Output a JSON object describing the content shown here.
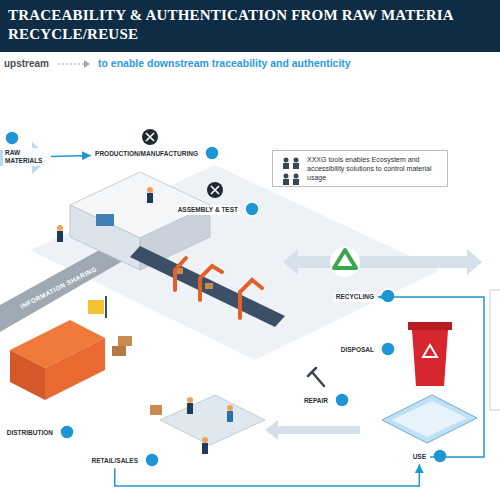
{
  "diagram": {
    "title": "TRACEABILITY & AUTHENTICATION FROM RAW MATERIA RECYCLE/REUSE",
    "nodes": [
      {
        "text": [
          "RAW MATERIALS"
        ]
      },
      {
        "text": [
          "PRODUCTION/MANUFACTURING"
        ]
      },
      {
        "text": [
          "ASSEMBLY & TEST"
        ]
      },
      {
        "text": [
          "XXXG tools enables Ecosystem and accessibility solutions to control material usage"
        ]
      },
      {
        "text": [
          "RECYCLING"
        ]
      },
      {
        "text": [
          "DISPOSAL"
        ]
      },
      {
        "text": [
          "REPAIR"
        ]
      },
      {
        "text": [
          "DISTRIBUTION"
        ]
      },
      {
        "text": [
          "RETAIL/SALES"
        ]
      },
      {
        "text": [
          "USE"
        ]
      }
    ],
    "edges": [
      {
        "from": 0,
        "to": 1,
        "arrow": "to"
      },
      {
        "from": 8,
        "to": 9,
        "arrow": "to"
      },
      {
        "from": 9,
        "to": 4,
        "arrow": "to"
      }
    ],
    "labels": [
      "upstream",
      "to enable downstream traceability and authenticity",
      "INFORMATION SHARING"
    ]
  }
}
